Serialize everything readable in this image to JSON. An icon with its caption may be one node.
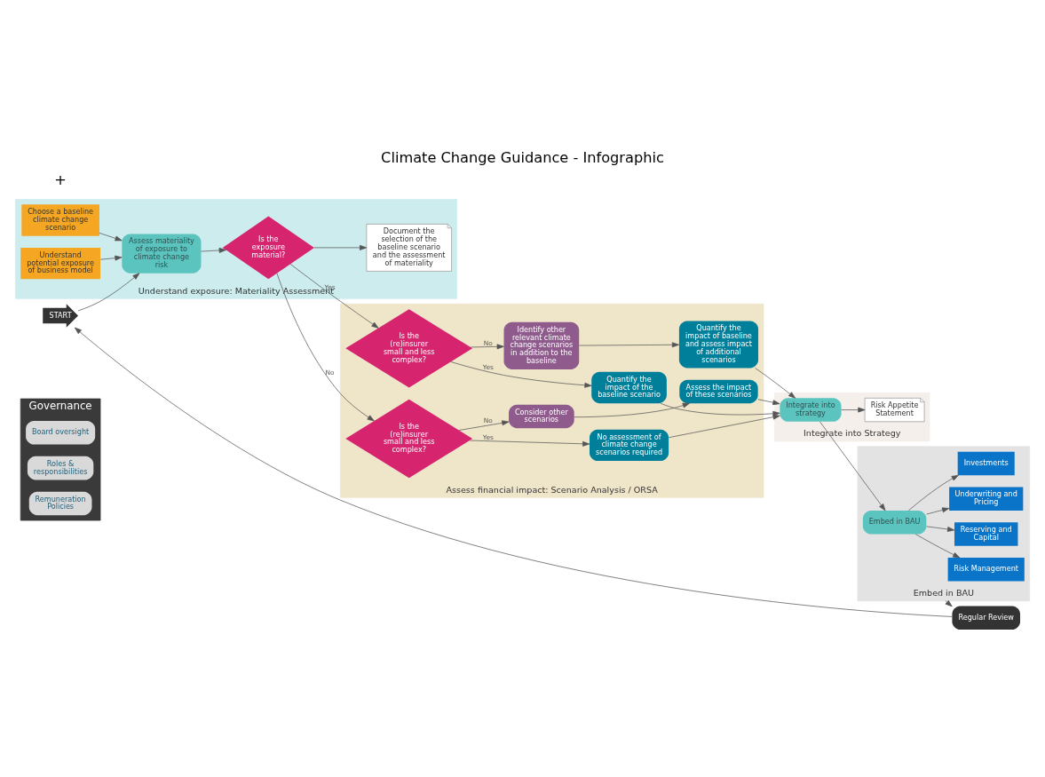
{
  "diagram": {
    "title": "Climate Change Guidance - Infographic",
    "nodes": [
      {
        "text": [
          "Governance"
        ]
      },
      {
        "text": [
          "Board oversight"
        ],
        "in": 0
      },
      {
        "text": [
          "Roles & responsibilities"
        ],
        "in": 0
      },
      {
        "text": [
          "Remuneration Policies"
        ],
        "in": 0
      },
      {
        "text": [
          "Understand exposure: Materiality Assessment"
        ]
      },
      {
        "text": [
          "Assess financial impact: Scenario Analysis / ORSA"
        ]
      },
      {
        "text": [
          "Integrate into Strategy"
        ]
      },
      {
        "text": [
          "Embed in BAU"
        ]
      },
      {
        "text": [
          "START"
        ]
      },
      {
        "text": [
          "Choose a baseline climate change scenario"
        ],
        "in": 4
      },
      {
        "text": [
          "Understand potential exposure of business model"
        ],
        "in": 4
      },
      {
        "text": [
          "Assess materiality of exposure to climate change risk"
        ],
        "in": 4
      },
      {
        "text": [
          "Is the exposure material?"
        ],
        "in": 4
      },
      {
        "text": [
          "Document the selection of the baseline scenario and the assessment of materiality"
        ],
        "in": 4
      },
      {
        "text": [
          "Is the (re)insurer small and less complex?"
        ],
        "in": 5
      },
      {
        "text": [
          "Identify other relevant climate change scenarios in addition to the baseline"
        ],
        "in": 5
      },
      {
        "text": [
          "Quantify the impact of the baseline scenario"
        ],
        "in": 5
      },
      {
        "text": [
          "Quantify the impact of baseline and assess impact of additional scenarios"
        ],
        "in": 5
      },
      {
        "text": [
          "Is the (re)insurer small and less complex?"
        ],
        "in": 5
      },
      {
        "text": [
          "Consider other scenarios"
        ],
        "in": 5
      },
      {
        "text": [
          "Assess the impact of these scenarios"
        ],
        "in": 5
      },
      {
        "text": [
          "No assessment of climate change scenarios required"
        ],
        "in": 5
      },
      {
        "text": [
          "Integrate into strategy"
        ],
        "in": 6
      },
      {
        "text": [
          "Risk Appetite Statement"
        ],
        "in": 6
      },
      {
        "text": [
          "Embed in BAU"
        ],
        "in": 7
      },
      {
        "text": [
          "Risk Management"
        ],
        "in": 7
      },
      {
        "text": [
          "Reserving and Capital"
        ],
        "in": 7
      },
      {
        "text": [
          "Underwriting and Pricing"
        ],
        "in": 7
      },
      {
        "text": [
          "Investments"
        ],
        "in": 7
      },
      {
        "text": [
          "Regular Review"
        ]
      }
    ],
    "edges": [
      {
        "from": 8,
        "to": 11,
        "arrow": "to"
      },
      {
        "from": 9,
        "to": 11,
        "arrow": "to"
      },
      {
        "from": 10,
        "to": 11,
        "arrow": "to"
      },
      {
        "from": 11,
        "to": 12,
        "arrow": "to"
      },
      {
        "from": 12,
        "to": 14,
        "arrow": "to",
        "label": "Yes"
      },
      {
        "from": 12,
        "to": 18,
        "arrow": "to",
        "label": "No"
      },
      {
        "from": 12,
        "to": 13,
        "arrow": "to"
      },
      {
        "from": 14,
        "to": 16,
        "arrow": "to",
        "label": "Yes"
      },
      {
        "from": 14,
        "to": 15,
        "arrow": "to",
        "label": "No"
      },
      {
        "from": 15,
        "to": 17,
        "arrow": "to"
      },
      {
        "from": 18,
        "to": 19,
        "arrow": "to",
        "label": "No"
      },
      {
        "from": 18,
        "to": 21,
        "arrow": "to",
        "label": "Yes"
      },
      {
        "from": 19,
        "to": 20,
        "arrow": "to"
      },
      {
        "from": 16,
        "to": 22,
        "arrow": "to"
      },
      {
        "from": 17,
        "to": 22,
        "arrow": "to"
      },
      {
        "from": 20,
        "to": 22,
        "arrow": "to"
      },
      {
        "from": 21,
        "to": 22,
        "arrow": "to"
      },
      {
        "from": 22,
        "to": 23,
        "arrow": "to"
      },
      {
        "from": 22,
        "to": 24,
        "arrow": "to"
      },
      {
        "from": 24,
        "to": 25,
        "arrow": "to"
      },
      {
        "from": 24,
        "to": 26,
        "arrow": "to"
      },
      {
        "from": 24,
        "to": 27,
        "arrow": "to"
      },
      {
        "from": 24,
        "to": 28,
        "arrow": "to"
      },
      {
        "from": 7,
        "to": 29,
        "arrow": "to"
      },
      {
        "from": 29,
        "to": 8,
        "arrow": "to"
      }
    ],
    "labels": [
      "+"
    ]
  }
}
